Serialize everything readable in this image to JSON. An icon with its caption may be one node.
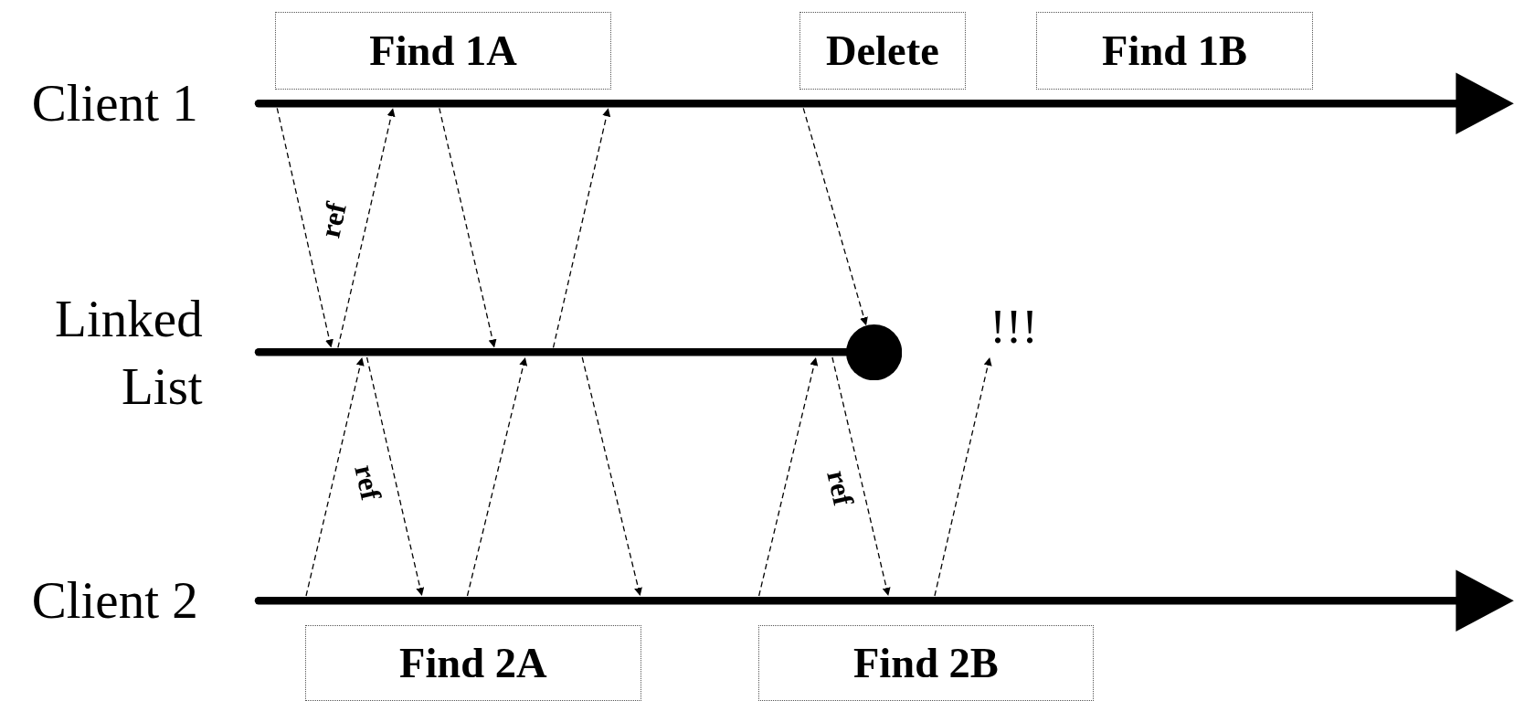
{
  "diagram": {
    "nodes": [
      {
        "text": [
          "Client 1"
        ]
      },
      {
        "text": [
          "Linked List"
        ]
      },
      {
        "text": [
          "Client 2"
        ]
      },
      {
        "text": [
          "Find 1A"
        ]
      },
      {
        "text": [
          "Delete"
        ]
      },
      {
        "text": [
          "Find 1B"
        ]
      },
      {
        "text": [
          "Find 2A"
        ]
      },
      {
        "text": [
          "Find 2B"
        ]
      },
      {
        "text": [],
        "shape": "circle"
      },
      {
        "text": [
          "!!!"
        ]
      }
    ],
    "edges": [
      {
        "from": 0,
        "to": 1,
        "arrow": "to",
        "style": "dashed"
      },
      {
        "from": 1,
        "to": 0,
        "arrow": "to",
        "style": "dashed",
        "label": "ref"
      },
      {
        "from": 0,
        "to": 1,
        "arrow": "to",
        "style": "dashed"
      },
      {
        "from": 1,
        "to": 0,
        "arrow": "to",
        "style": "dashed"
      },
      {
        "from": 0,
        "to": 8,
        "arrow": "to",
        "style": "dashed"
      },
      {
        "from": 2,
        "to": 1,
        "arrow": "to",
        "style": "dashed"
      },
      {
        "from": 1,
        "to": 2,
        "arrow": "to",
        "style": "dashed",
        "label": "ref"
      },
      {
        "from": 2,
        "to": 1,
        "arrow": "to",
        "style": "dashed"
      },
      {
        "from": 1,
        "to": 2,
        "arrow": "to",
        "style": "dashed"
      },
      {
        "from": 2,
        "to": 1,
        "arrow": "to",
        "style": "dashed"
      },
      {
        "from": 1,
        "to": 2,
        "arrow": "to",
        "style": "dashed",
        "label": "ref"
      },
      {
        "from": 2,
        "to": 9,
        "arrow": "to",
        "style": "dashed"
      }
    ]
  }
}
